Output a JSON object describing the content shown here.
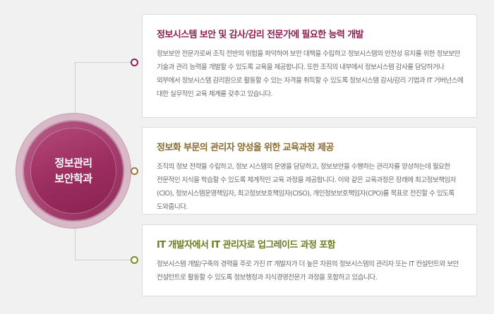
{
  "center": {
    "line1": "정보관리",
    "line2": "보안학과"
  },
  "colors": {
    "circle": "#a63f6f",
    "card1_title": "#8e1e52",
    "card2_title": "#8a6a2e",
    "card3_title": "#6f7b24"
  },
  "cards": [
    {
      "title": "정보시스템 보안 및 감사/감리 전문가에 필요한 능력 개발",
      "body": "정보보안 전문가로써 조직 전반의 위험을 파악하여 보안 대책을 수립하고 정보시스템의 안전성 유지를 위한 정보보안 기술과 관리 능력을 개발할 수 있도록 교육을 제공합니다. 또한 조직의 내부에서 정보시스템 감사를 담당하거나 외부에서 정보시스템 감리원으로 활동할 수 있는 자격을 취득할 수 있도록 정보시스템 감사/감리 기법과 IT 거버넌스에 대한 실무적인 교육 체계를 갖추고 있습니다."
    },
    {
      "title": "정보화 부문의 관리자 양성을 위한 교육과정 제공",
      "body": "조직의 정보 전략을 수립하고, 정보 시스템의 운영을 담당하고, 정보보안을 수행하는 관리자를 양성하는데 필요한 전문적인 지식을 학습할 수 있도록 체계적인 교육 과정을 제공합니다. 이와 같은 교육과정은 장래에 최고정보책임자(CIO), 정보시스템운영책임자, 최고정보보호책임자(CISO), 개인정보보호책임자(CPO)를 목표로 전진할 수 있도록 도와줍니다."
    },
    {
      "title": "IT 개발자에서 IT 관리자로 업그레이드 과정 포함",
      "body": "정보시스템 개발/구축의 경력을 주로 가진 IT 개발자가 더 높은 차원의 정보시스템의 관리자 또는 IT 컨설턴트와 보안 컨설턴트로 활동할 수 있도록 정보행정과 지식경영전문가 과정을 포함하고 있습니다."
    }
  ]
}
